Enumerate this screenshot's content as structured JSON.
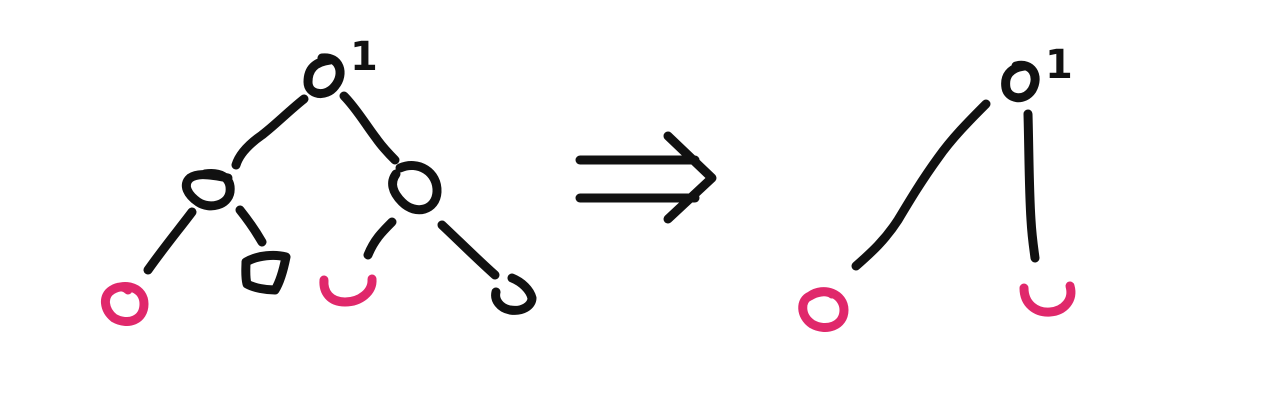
{
  "colors": {
    "ink": "#111111",
    "highlight": "#e0286b",
    "background": "#ffffff"
  },
  "left_tree": {
    "root_label": "1",
    "nodes": [
      {
        "id": "root",
        "color": "ink"
      },
      {
        "id": "left-child",
        "color": "ink"
      },
      {
        "id": "right-child",
        "color": "ink"
      },
      {
        "id": "left-left-leaf",
        "color": "highlight"
      },
      {
        "id": "left-right-leaf",
        "color": "ink"
      },
      {
        "id": "right-left-leaf",
        "color": "highlight"
      },
      {
        "id": "right-right-leaf",
        "color": "ink"
      }
    ]
  },
  "right_tree": {
    "root_label": "1",
    "nodes": [
      {
        "id": "root",
        "color": "ink"
      },
      {
        "id": "left-leaf",
        "color": "highlight"
      },
      {
        "id": "right-leaf",
        "color": "highlight"
      }
    ]
  },
  "arrow": {
    "icon": "implies-arrow-icon"
  }
}
